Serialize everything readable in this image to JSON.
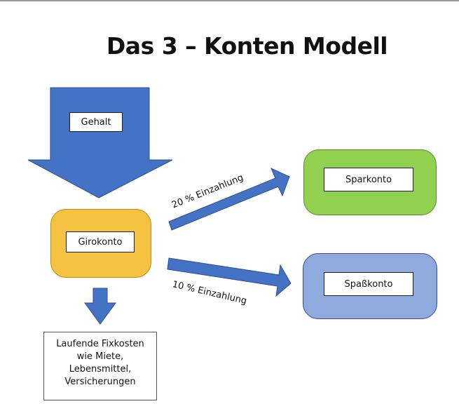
{
  "title": "Das 3 – Konten Modell",
  "nodes": {
    "gehalt": "Gehalt",
    "girokonto": "Girokonto",
    "sparkonto": "Sparkonto",
    "spasskonto": "Spaßkonto"
  },
  "edges": {
    "to_sparkonto": "20 % Einzahlung",
    "to_spasskonto": "10 % Einzahlung"
  },
  "fixkosten": {
    "lines": [
      "Laufende Fixkosten",
      "wie Miete,",
      "Lebensmittel,",
      "Versicherungen"
    ]
  },
  "colors": {
    "blue": "#4472c4",
    "orange": "#f5c242",
    "green": "#92d050",
    "lightblue": "#8faadc"
  }
}
